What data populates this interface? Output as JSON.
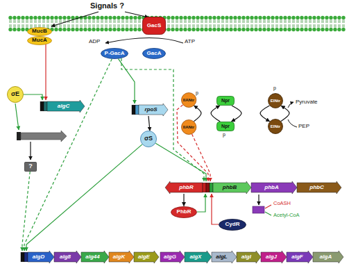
{
  "diagram": {
    "nodes": [
      {
        "text": [
          "MucB"
        ]
      },
      {
        "text": [
          "MucA"
        ]
      },
      {
        "text": [
          "GacS"
        ]
      },
      {
        "text": [
          "P-GacA"
        ]
      },
      {
        "text": [
          "GacA"
        ]
      },
      {
        "text": [
          "σE"
        ]
      },
      {
        "text": [
          "algC"
        ]
      },
      {
        "text": [
          "?"
        ]
      },
      {
        "text": [
          "rpoS"
        ]
      },
      {
        "text": [
          "σS"
        ]
      },
      {
        "text": [
          "IIANtr"
        ]
      },
      {
        "text": [
          "IIANtr"
        ]
      },
      {
        "text": [
          "Npr"
        ]
      },
      {
        "text": [
          "Npr"
        ]
      },
      {
        "text": [
          "EINtr"
        ]
      },
      {
        "text": [
          "EINtr"
        ]
      },
      {
        "text": [
          "phbR"
        ]
      },
      {
        "text": [
          "phbB"
        ]
      },
      {
        "text": [
          "phbA"
        ]
      },
      {
        "text": [
          "phbC"
        ]
      },
      {
        "text": [
          "PhbR"
        ]
      },
      {
        "text": [
          "CydR"
        ]
      },
      {
        "text": [
          "algD"
        ]
      },
      {
        "text": [
          "alg8"
        ]
      },
      {
        "text": [
          "alg44"
        ]
      },
      {
        "text": [
          "algK"
        ]
      },
      {
        "text": [
          "algE"
        ]
      },
      {
        "text": [
          "algG"
        ]
      },
      {
        "text": [
          "algX"
        ]
      },
      {
        "text": [
          "algL"
        ]
      },
      {
        "text": [
          "algI"
        ]
      },
      {
        "text": [
          "algJ"
        ]
      },
      {
        "text": [
          "algF"
        ]
      },
      {
        "text": [
          "algA"
        ]
      }
    ],
    "edges": [
      {
        "from": 1,
        "to": 6,
        "arrow": "to"
      },
      {
        "from": 3,
        "to": 8,
        "arrow": "to"
      },
      {
        "from": 3,
        "to": 22,
        "arrow": "to"
      },
      {
        "from": 3,
        "to": 17,
        "arrow": "to"
      },
      {
        "from": 8,
        "to": 9,
        "arrow": "to"
      },
      {
        "from": 9,
        "to": 22,
        "arrow": "to"
      },
      {
        "from": 9,
        "to": 17,
        "arrow": "to"
      },
      {
        "from": 5,
        "to": 6,
        "arrow": "to"
      },
      {
        "from": 7,
        "to": 22,
        "arrow": "to"
      },
      {
        "from": 10,
        "to": 17,
        "arrow": "to"
      },
      {
        "from": 11,
        "to": 17,
        "arrow": "to"
      },
      {
        "from": 16,
        "to": 20,
        "arrow": "to"
      },
      {
        "from": 20,
        "to": 17,
        "arrow": "to"
      },
      {
        "from": 21,
        "to": 17,
        "arrow": "to"
      },
      {
        "from": 11,
        "to": 10,
        "arrow": "to"
      },
      {
        "from": 13,
        "to": 12,
        "arrow": "to"
      },
      {
        "from": 12,
        "to": 13,
        "arrow": "to"
      },
      {
        "from": 14,
        "to": 15,
        "arrow": "to"
      },
      {
        "from": 15,
        "to": 14,
        "arrow": "to"
      }
    ],
    "labels": [
      "Signals ?",
      "ADP",
      "ATP",
      "p",
      "p",
      "p",
      "Pyruvate",
      "PEP",
      "CoASH",
      "Acetyl-CoA"
    ]
  }
}
